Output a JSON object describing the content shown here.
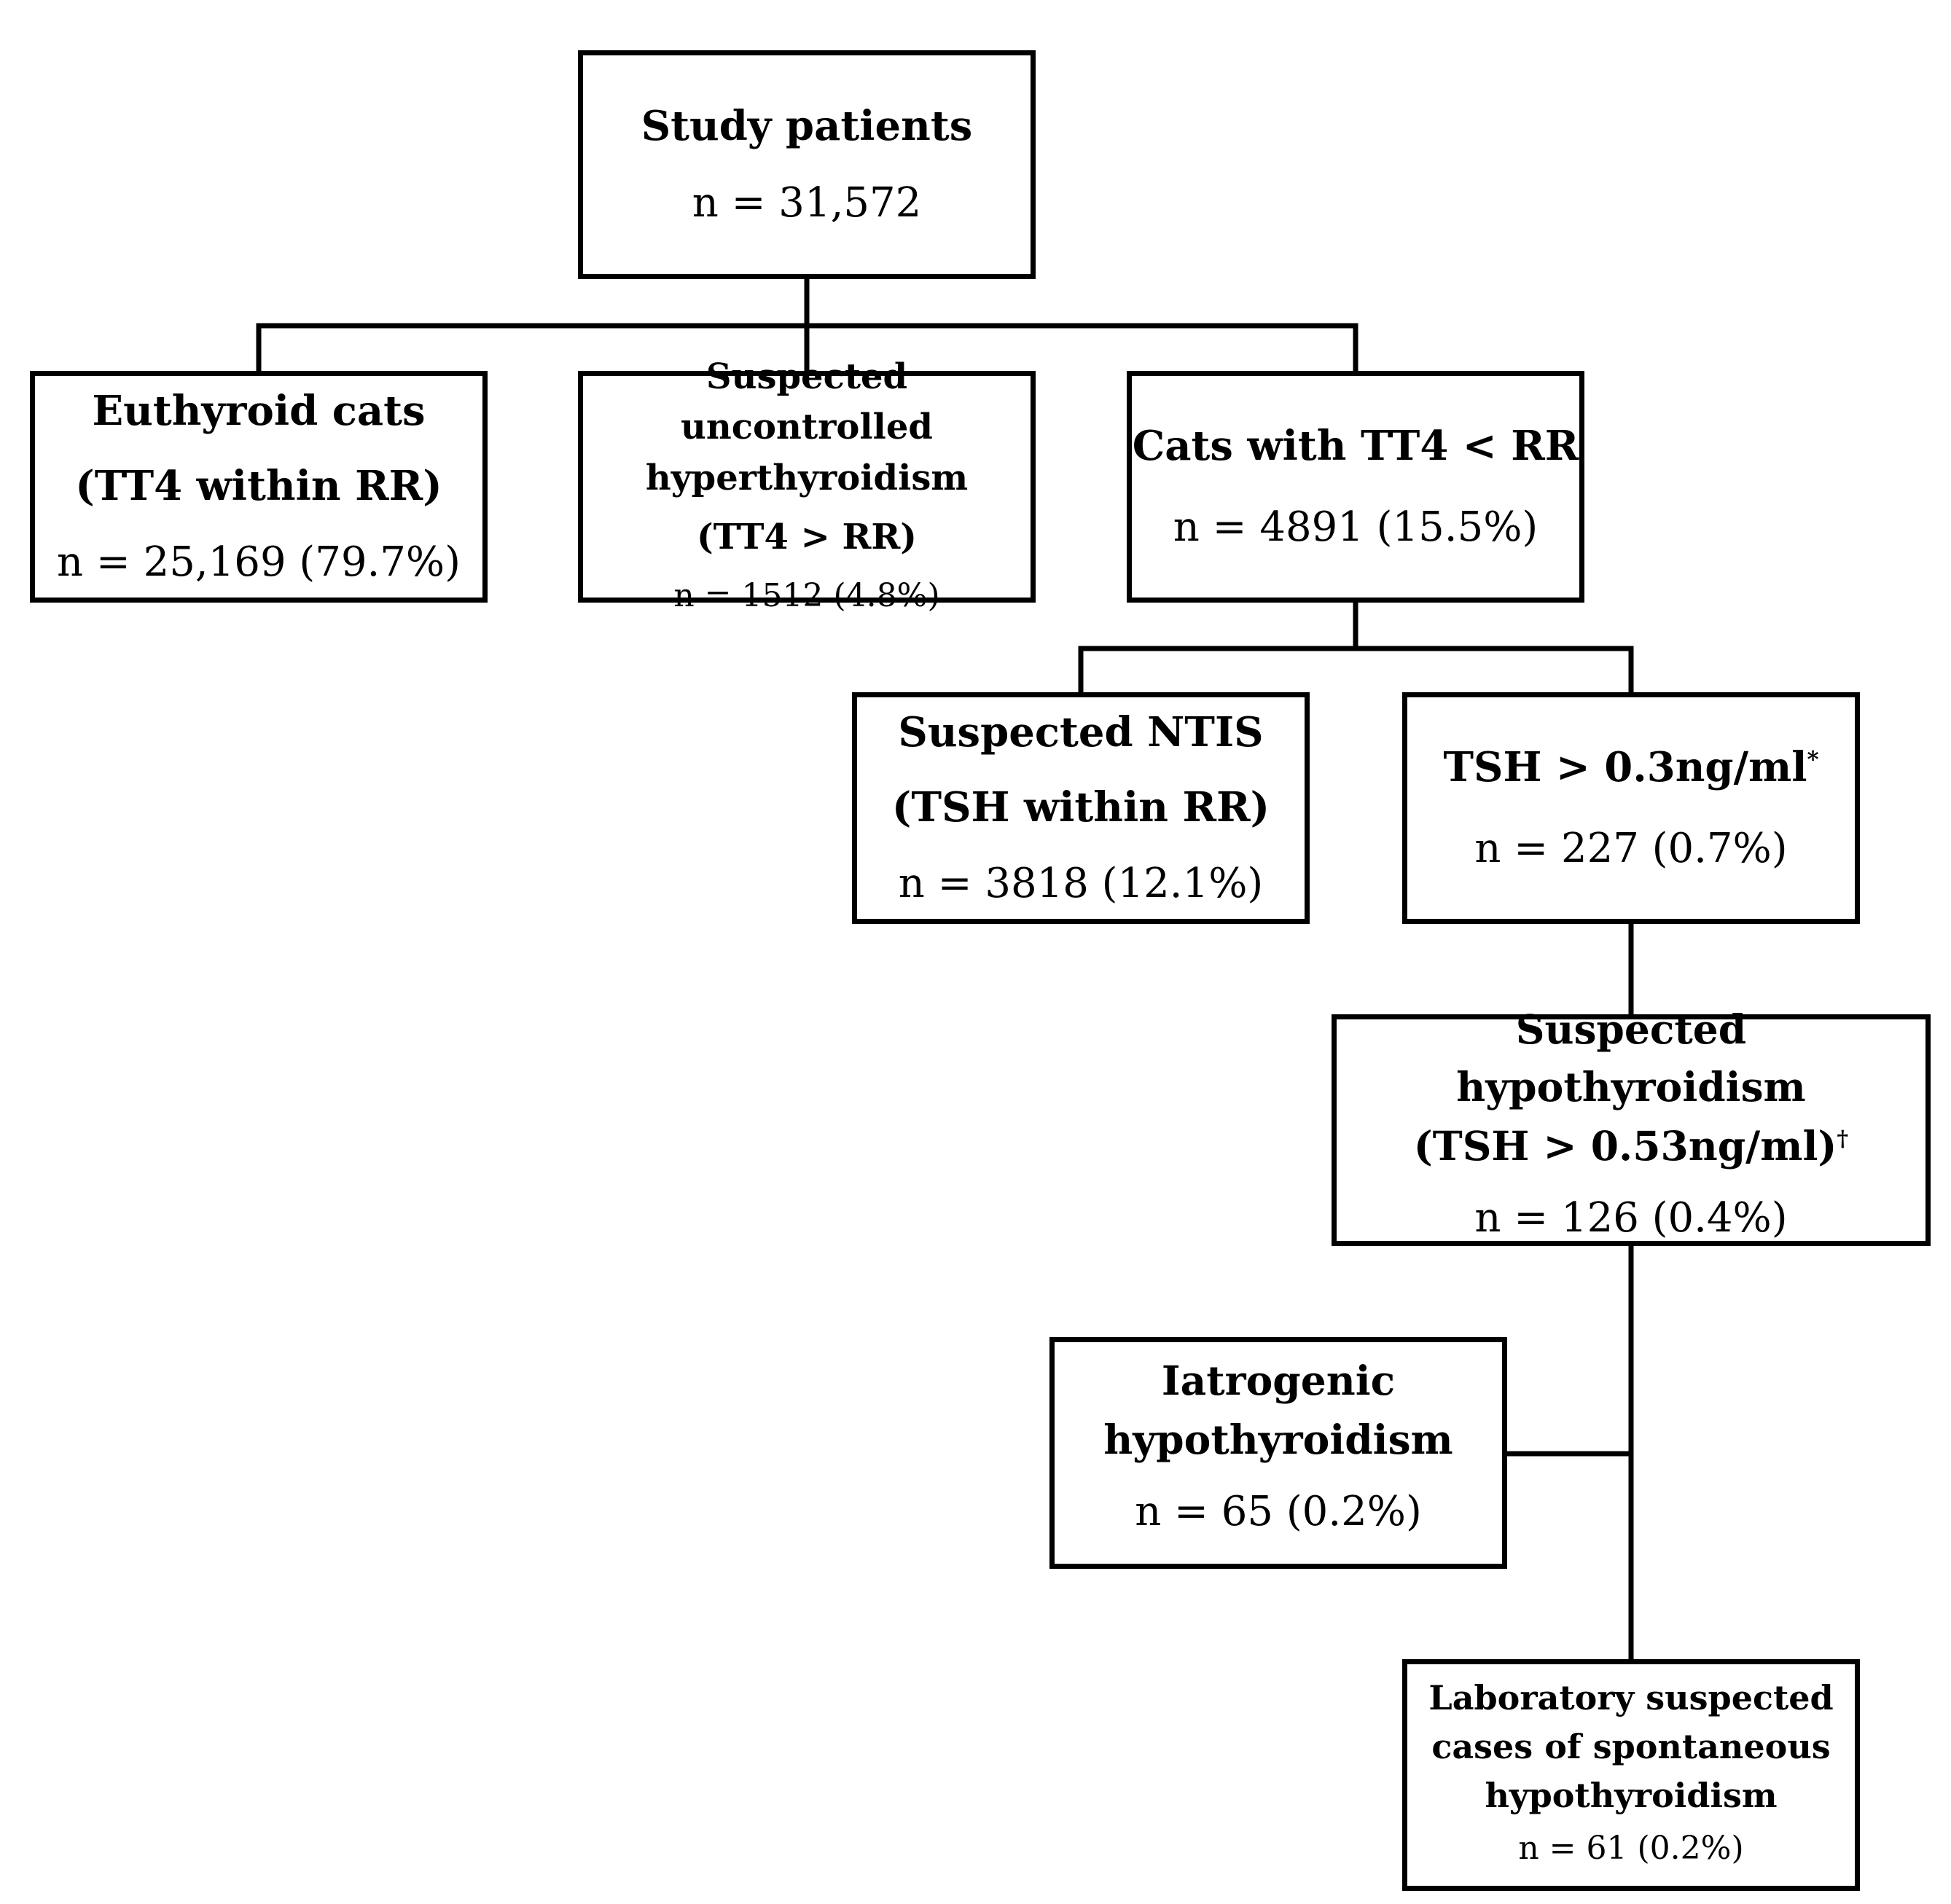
{
  "nodes": {
    "study": {
      "title": "Study patients",
      "count": "n = 31,572"
    },
    "euthyroid": {
      "title_lines": [
        "Euthyroid cats",
        "(TT4 within RR)"
      ],
      "count": "n = 25,169 (79.7%)"
    },
    "hyper": {
      "title_lines": [
        "Suspected uncontrolled",
        "hyperthyroidism",
        "(TT4 > RR)"
      ],
      "count": "n = 1512 (4.8%)"
    },
    "low_tt4": {
      "title": "Cats with TT4 < RR",
      "count": "n = 4891 (15.5%)"
    },
    "ntis": {
      "title_lines": [
        "Suspected NTIS",
        "(TSH within RR)"
      ],
      "count": "n = 3818 (12.1%)"
    },
    "tsh03": {
      "title": "TSH > 0.3ng/ml",
      "mark": "*",
      "count": "n = 227 (0.7%)"
    },
    "hypo": {
      "title_lines": [
        "Suspected hypothyroidism",
        "(TSH > 0.53ng/ml)"
      ],
      "mark": "†",
      "count": "n = 126 (0.4%)"
    },
    "iatrogenic": {
      "title_lines": [
        "Iatrogenic",
        "hypothyroidism"
      ],
      "count": "n = 65 (0.2%)"
    },
    "spontaneous": {
      "title_lines": [
        "Laboratory suspected",
        "cases of spontaneous",
        "hypothyroidism"
      ],
      "count": "n = 61 (0.2%)"
    }
  }
}
